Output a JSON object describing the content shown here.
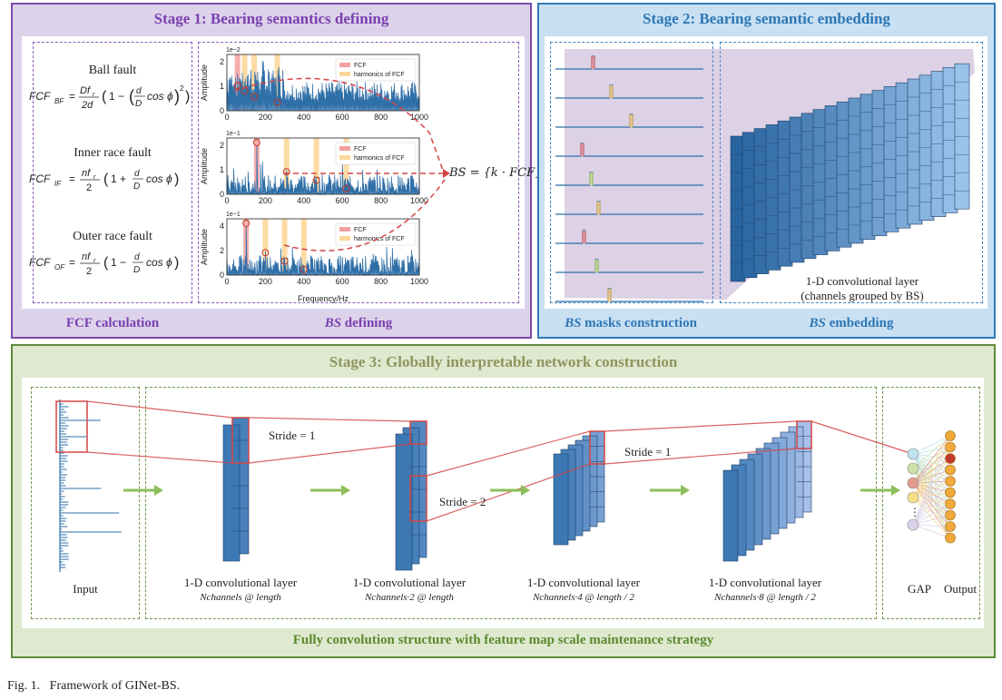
{
  "stage1": {
    "title": "Stage 1: Bearing semantics defining",
    "fcf_calc_label": "FCF calculation",
    "bs_def_label_it": "BS",
    "bs_def_label_rest": " defining",
    "faults": [
      {
        "name": "Ball fault",
        "lhs": "FCF",
        "sub": "BF",
        "formula": "= (Df_r / 2d)(1 − ((d/D) cos ϕ)²)"
      },
      {
        "name": "Inner race fault",
        "lhs": "FCF",
        "sub": "IF",
        "formula": "= (nf_r / 2)(1 + (d/D) cos ϕ)"
      },
      {
        "name": "Outer race fault",
        "lhs": "FCF",
        "sub": "OF",
        "formula": "= (nf_r / 2)(1 − (d/D) cos ϕ)"
      }
    ],
    "plots": [
      {
        "scale": "1e−2",
        "yticks": [
          "0",
          "1",
          "2"
        ],
        "legend": [
          "FCF",
          "harmonics of FCF"
        ]
      },
      {
        "scale": "1e−1",
        "yticks": [
          "0",
          "1",
          "2"
        ],
        "legend": [
          "FCF",
          "harmonics of FCF"
        ]
      },
      {
        "scale": "1e−1",
        "yticks": [
          "0",
          "2",
          "4"
        ],
        "legend": [
          "FCF",
          "harmonics of FCF"
        ]
      }
    ],
    "xticks": [
      "0",
      "200",
      "400",
      "600",
      "800",
      "1000"
    ],
    "ylabel": "Amplitude",
    "xlabel": "Frequency/Hz",
    "bs_formula": "BS = {k · FCF}"
  },
  "stage2": {
    "title": "Stage 2: Bearing semantic embedding",
    "masks_label_it": "BS",
    "masks_label_rest": " masks construction",
    "embed_label_it": "BS",
    "embed_label_rest": " embedding",
    "conv_note_line1": "1-D convolutional layer",
    "conv_note_line2": "(channels grouped by BS)"
  },
  "stage3": {
    "title": "Stage 3: Globally interpretable network construction",
    "bottom_label": "Fully convolution structure with feature map scale maintenance strategy",
    "input_label": "Input",
    "layers": [
      {
        "title": "1-D convolutional layer",
        "sub": "Nchannels @ length"
      },
      {
        "title": "1-D convolutional layer",
        "sub": "Nchannels·2 @ length"
      },
      {
        "title": "1-D convolutional layer",
        "sub": "Nchannels·4 @ length / 2"
      },
      {
        "title": "1-D convolutional layer",
        "sub": "Nchannels·8 @ length / 2"
      }
    ],
    "strides": [
      "Stride = 1",
      "Stride = 2",
      "Stride = 1"
    ],
    "gap_label": "GAP",
    "output_label": "Output"
  },
  "caption": "Fig. 1.   Framework of GINet-BS.",
  "colors": {
    "stage1_bg": "#dcd3ea",
    "stage1_border": "#7a4aa8",
    "stage1_text": "#7b3fb0",
    "stage2_bg": "#c9e0f3",
    "stage2_border": "#2e7ab8",
    "stage2_text": "#2e77b5",
    "stage3_bg": "#dfe9cf",
    "stage3_border": "#5f8b3a",
    "stage3_text": "#5b8a2f",
    "fcf_red": "#f4a0a0",
    "harmonic_orange": "#fdd79a",
    "signal_blue": "#2f6fa8",
    "link_red": "#d64545"
  }
}
